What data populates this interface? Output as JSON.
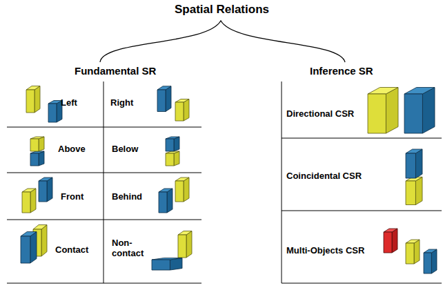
{
  "diagram": {
    "title": "Spatial Relations",
    "labels": [
      "Fundamental SR",
      "Inference SR",
      "Left",
      "Right",
      "Above",
      "Below",
      "Front",
      "Behind",
      "Contact",
      "Non-contact",
      "Directional CSR",
      "Coincidental CSR",
      "Multi-Objects CSR"
    ]
  }
}
